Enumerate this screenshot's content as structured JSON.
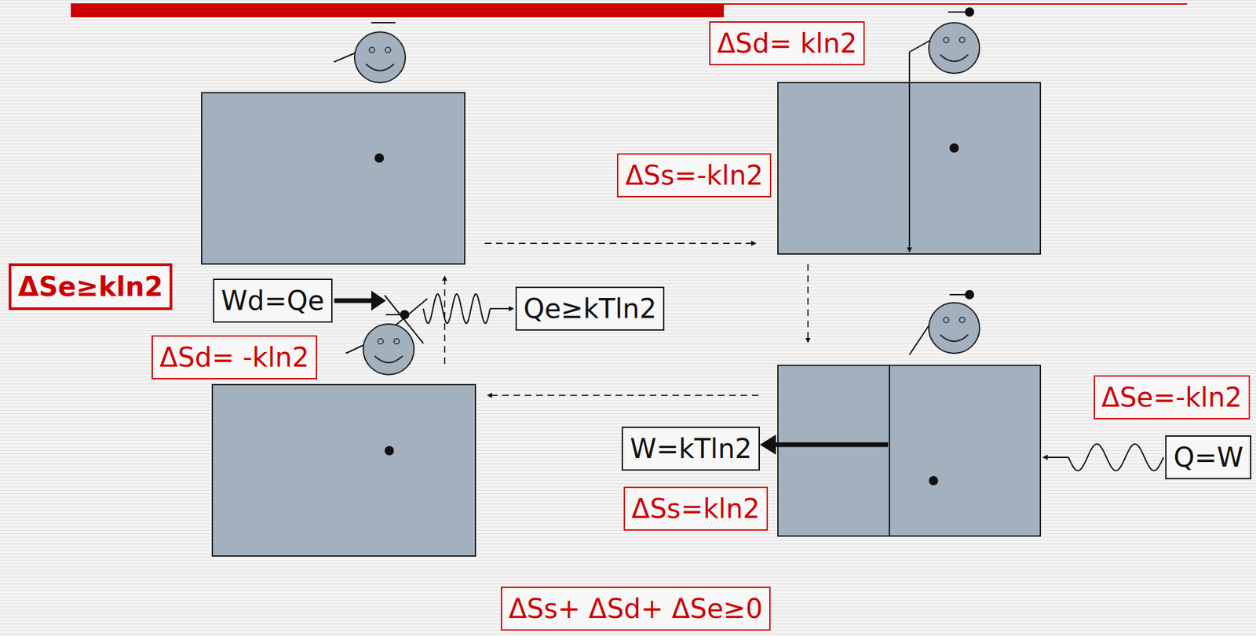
{
  "diagram": {
    "nodes": [
      {
        "text": [
          "ΔSd= kln2"
        ]
      },
      {
        "text": [
          "ΔSs=-kln2"
        ]
      },
      {
        "text": [
          "ΔSe≥kln2"
        ]
      },
      {
        "text": [
          "Wd=Qe"
        ]
      },
      {
        "text": [
          "Qe≥kTln2"
        ]
      },
      {
        "text": [
          "ΔSd= -kln2"
        ]
      },
      {
        "text": [
          "ΔSe=-kln2"
        ]
      },
      {
        "text": [
          "W=kTln2"
        ]
      },
      {
        "text": [
          "Q=W"
        ]
      },
      {
        "text": [
          "ΔSs=kln2"
        ]
      },
      {
        "text": [
          "ΔSs+ ΔSd+ ΔSe≥0"
        ]
      }
    ]
  }
}
